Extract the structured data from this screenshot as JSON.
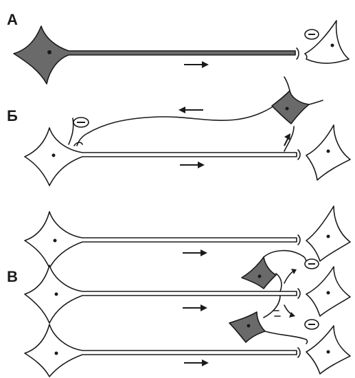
{
  "panels": {
    "a": {
      "label": "А"
    },
    "b": {
      "label": "Б"
    },
    "v": {
      "label": "В"
    }
  },
  "inhibitory_sign": "−"
}
